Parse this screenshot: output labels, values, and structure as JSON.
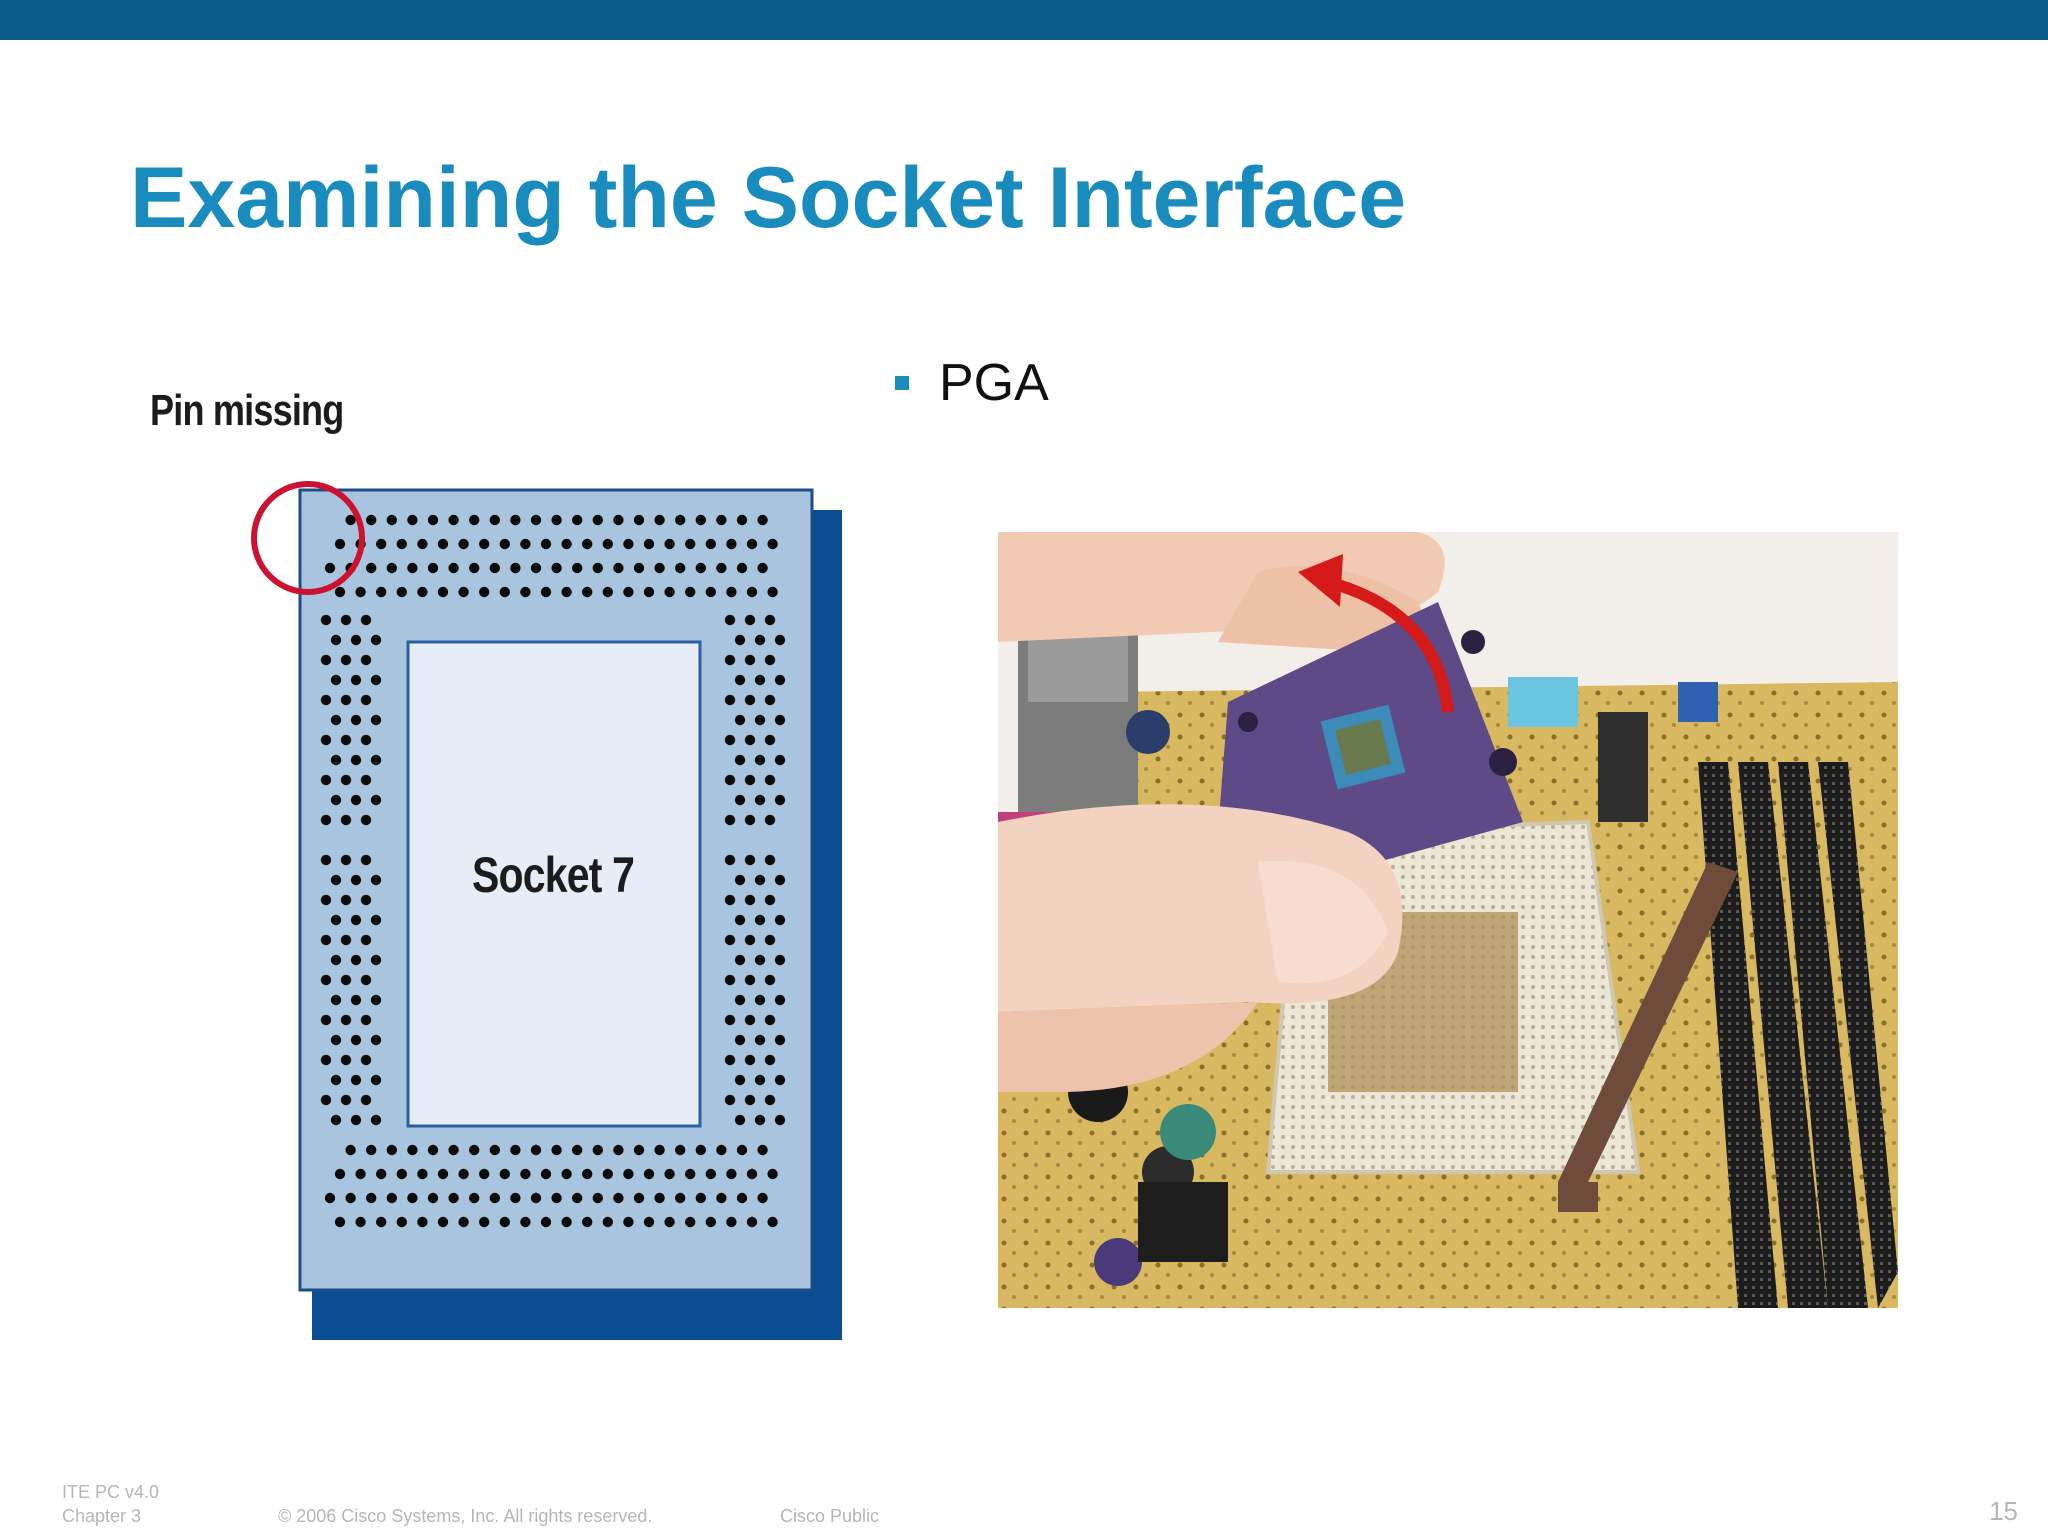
{
  "slide": {
    "title": "Examining the Socket Interface",
    "bullet": "PGA",
    "accent_color": "#1a8bbd",
    "bar_color": "#0d5a86"
  },
  "diagram": {
    "pin_missing_label": "Pin missing",
    "socket_label": "Socket 7"
  },
  "photo": {
    "icon": "cpu-insertion-photo"
  },
  "footer": {
    "course": "ITE PC v4.0",
    "chapter": "Chapter 3",
    "copyright": "© 2006 Cisco Systems, Inc. All rights reserved.",
    "classification": "Cisco Public",
    "page_number": "15"
  }
}
